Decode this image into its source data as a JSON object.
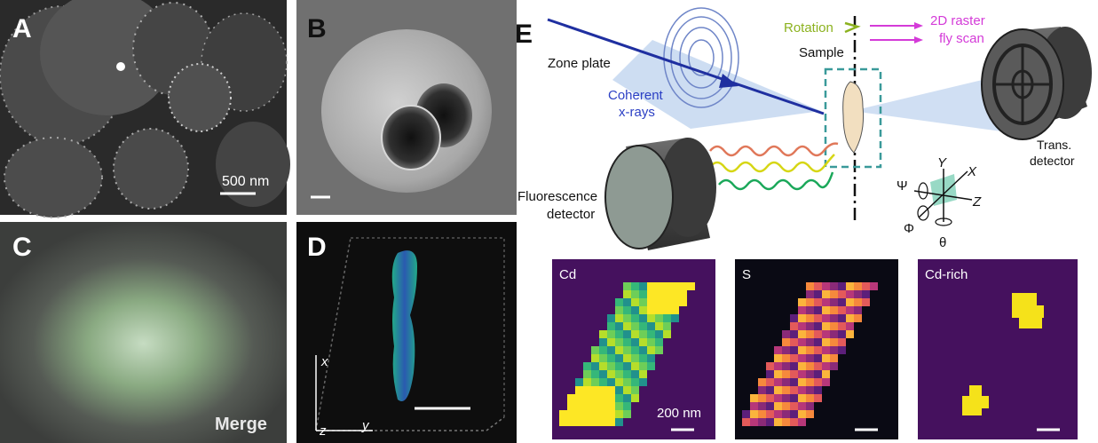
{
  "panels": {
    "A": {
      "label": "A",
      "scale_text": "500 nm"
    },
    "B": {
      "label": "B"
    },
    "C": {
      "label": "C",
      "caption": "Merge"
    },
    "D": {
      "label": "D",
      "axis_x": "x",
      "axis_y": "y",
      "axis_z": "z"
    },
    "E": {
      "label": "E"
    }
  },
  "schematic": {
    "zone_plate": "Zone plate",
    "coherent_line1": "Coherent",
    "coherent_line2": "x-rays",
    "rotation": "Rotation",
    "raster_line1": "2D raster",
    "raster_line2": "fly scan",
    "sample": "Sample",
    "trans_line1": "Trans.",
    "trans_line2": "detector",
    "fluor_line1": "Fluorescence",
    "fluor_line2": "detector",
    "axes": {
      "Y": "Y",
      "X": "X",
      "Z": "Z",
      "psi": "Ψ",
      "phi": "Φ",
      "theta": "θ"
    }
  },
  "maps": [
    {
      "label": "Cd",
      "scale_text": "200 nm"
    },
    {
      "label": "S",
      "scale_text": ""
    },
    {
      "label": "Cd-rich",
      "scale_text": ""
    }
  ],
  "colors": {
    "beam": "#1f2fa0",
    "coherent_text": "#2b3fc4",
    "rotation_text": "#8cb21f",
    "raster_text": "#d43bd8",
    "map_bg": "#45115e",
    "cd_rich": "#f5e21a"
  }
}
